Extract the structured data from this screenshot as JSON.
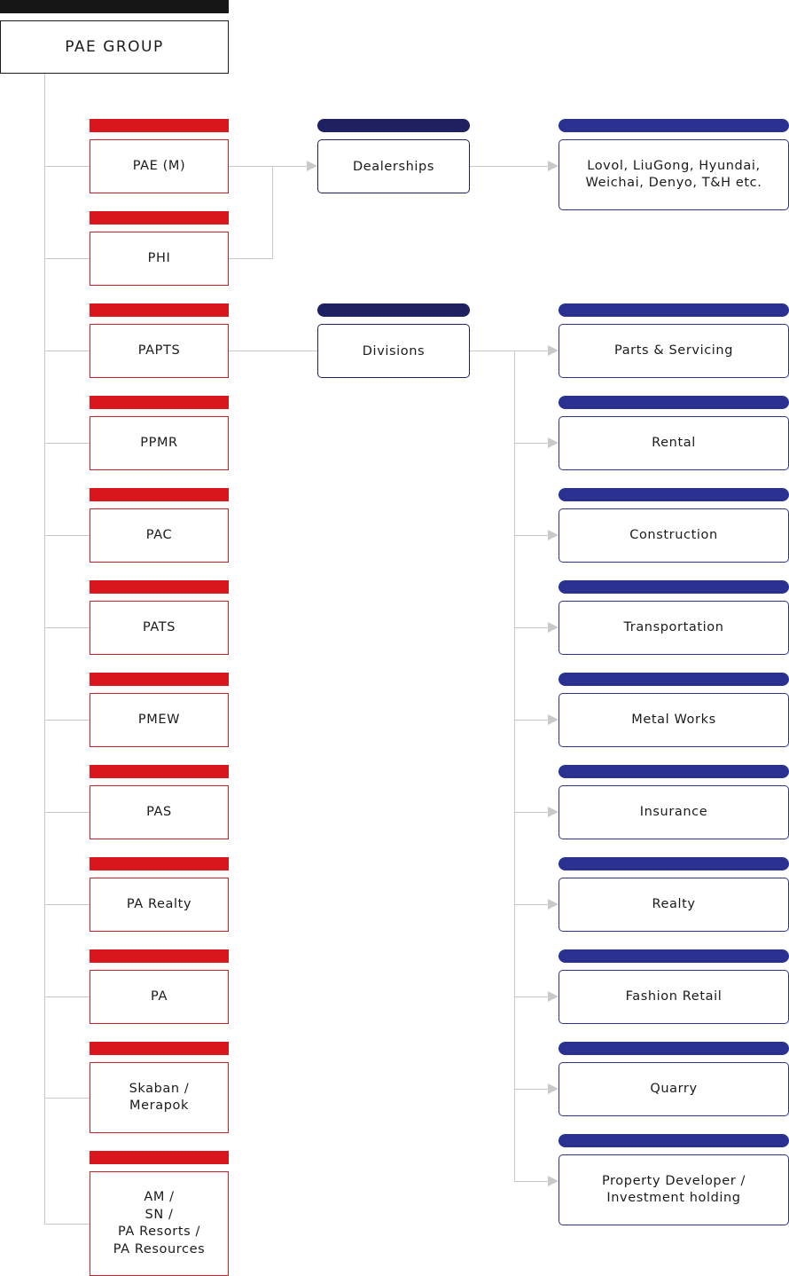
{
  "root": {
    "label": "PAE GROUP"
  },
  "companies": [
    {
      "label": "PAE (M)"
    },
    {
      "label": "PHI"
    },
    {
      "label": "PAPTS"
    },
    {
      "label": "PPMR"
    },
    {
      "label": "PAC"
    },
    {
      "label": "PATS"
    },
    {
      "label": "PMEW"
    },
    {
      "label": "PAS"
    },
    {
      "label": "PA Realty"
    },
    {
      "label": "PA"
    },
    {
      "label": "Skaban /\nMerapok"
    },
    {
      "label": "AM /\nSN /\nPA Resorts /\nPA Resources"
    }
  ],
  "middle": [
    {
      "label": "Dealerships"
    },
    {
      "label": "Divisions"
    }
  ],
  "dealership_brands": {
    "label": "Lovol, LiuGong, Hyundai,\nWeichai, Denyo, T&H etc."
  },
  "divisions": [
    {
      "label": "Parts & Servicing"
    },
    {
      "label": "Rental"
    },
    {
      "label": "Construction"
    },
    {
      "label": "Transportation"
    },
    {
      "label": "Metal Works"
    },
    {
      "label": "Insurance"
    },
    {
      "label": "Realty"
    },
    {
      "label": "Fashion Retail"
    },
    {
      "label": "Quarry"
    },
    {
      "label": "Property Developer /\nInvestment holding"
    }
  ],
  "colors": {
    "company_accent": "#d9161c",
    "middle_accent": "#1e2060",
    "division_accent": "#2b3190",
    "connector": "#c9c9c9"
  }
}
